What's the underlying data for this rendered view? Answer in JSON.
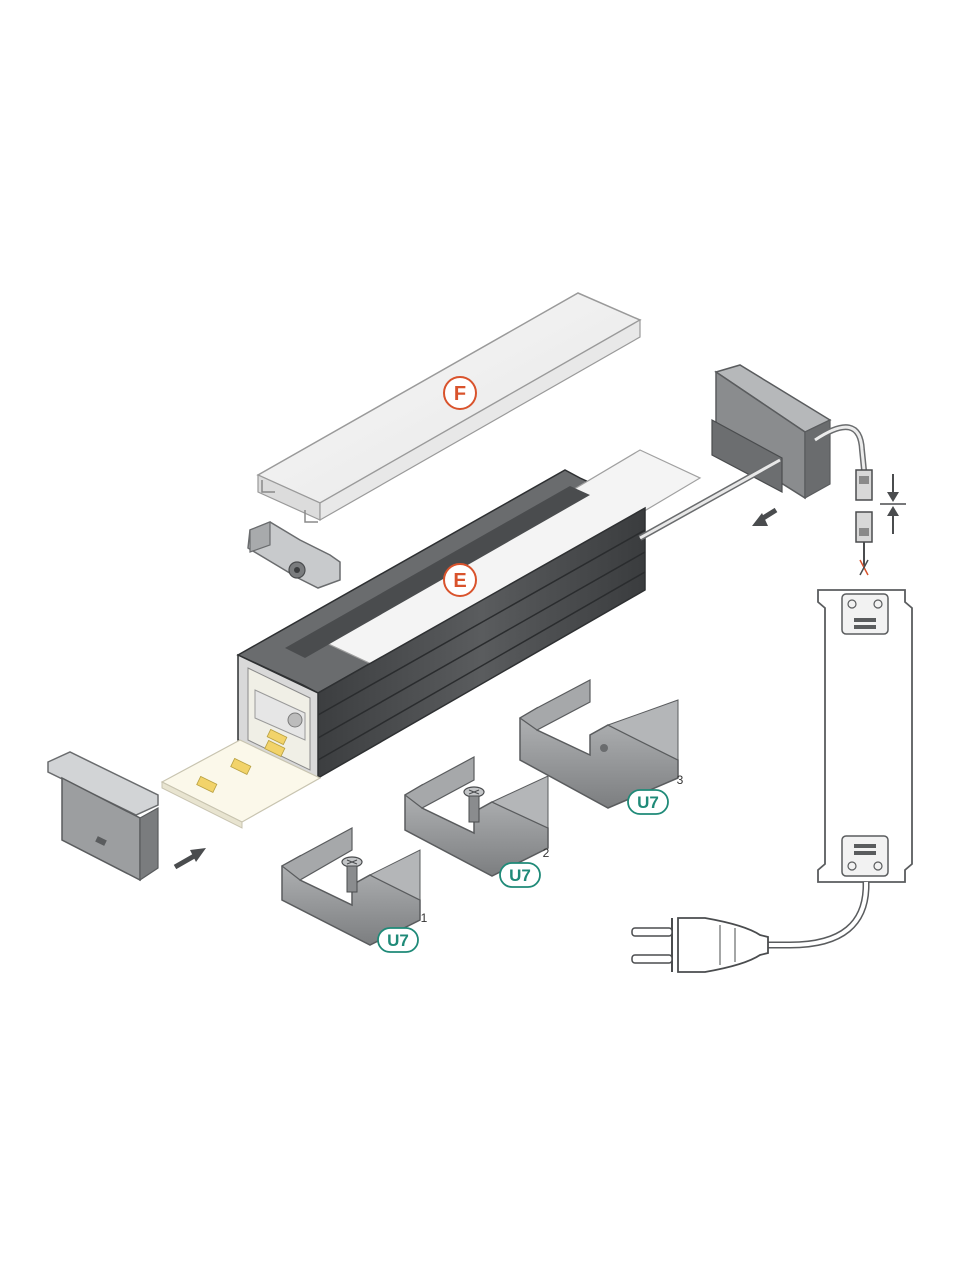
{
  "labels": {
    "cover": "F",
    "profile": "E",
    "clip1": "U7",
    "clip1_sup": "1",
    "clip2": "U7",
    "clip2_sup": "2",
    "clip3": "U7",
    "clip3_sup": "3"
  },
  "colors": {
    "badge_red": "#d9532c",
    "badge_teal": "#1f8a78",
    "profile_dark": "#4a4c4e",
    "metal_gray": "#8c8e90",
    "diffuser_white": "#f2f2f2"
  }
}
